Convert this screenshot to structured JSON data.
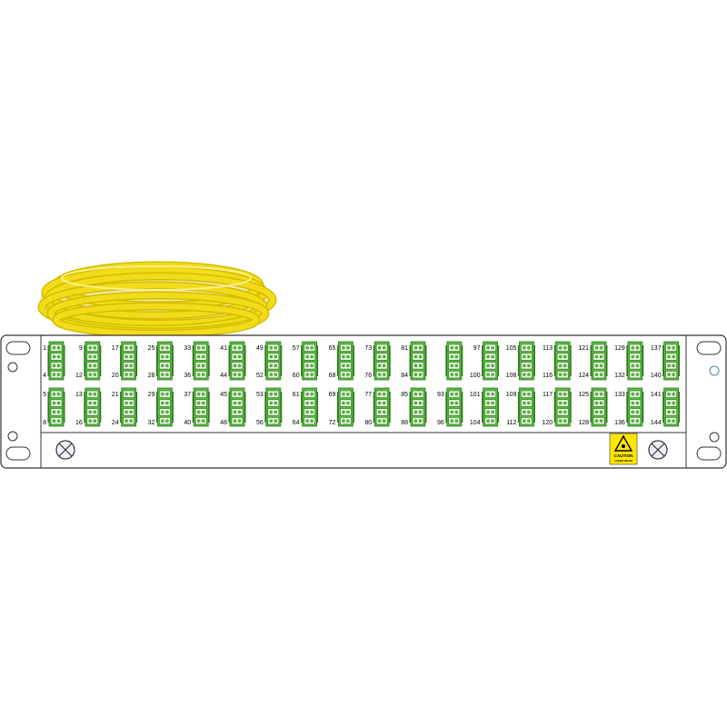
{
  "panel": {
    "ports_total": 144,
    "blocks": [
      {
        "top_labels": [
          "1",
          "4"
        ],
        "bottom_labels": [
          "5",
          "8"
        ]
      },
      {
        "top_labels": [
          "9",
          "12"
        ],
        "bottom_labels": [
          "13",
          "16"
        ]
      },
      {
        "top_labels": [
          "17",
          "20"
        ],
        "bottom_labels": [
          "21",
          "24"
        ]
      },
      {
        "top_labels": [
          "25",
          "28"
        ],
        "bottom_labels": [
          "29",
          "32"
        ]
      },
      {
        "top_labels": [
          "33",
          "36"
        ],
        "bottom_labels": [
          "37",
          "40"
        ]
      },
      {
        "top_labels": [
          "41",
          "44"
        ],
        "bottom_labels": [
          "45",
          "48"
        ]
      },
      {
        "top_labels": [
          "49",
          "52"
        ],
        "bottom_labels": [
          "53",
          "56"
        ]
      },
      {
        "top_labels": [
          "57",
          "60"
        ],
        "bottom_labels": [
          "61",
          "64"
        ]
      },
      {
        "top_labels": [
          "65",
          "68"
        ],
        "bottom_labels": [
          "69",
          "72"
        ]
      },
      {
        "top_labels": [
          "73",
          "76"
        ],
        "bottom_labels": [
          "77",
          "80"
        ]
      },
      {
        "top_labels": [
          "81",
          "84"
        ],
        "bottom_labels": [
          "85",
          "88"
        ]
      },
      {
        "top_labels": [
          "",
          ""
        ],
        "bottom_labels": [
          "93",
          "96"
        ]
      },
      {
        "top_labels": [
          "97",
          "100"
        ],
        "bottom_labels": [
          "101",
          "104"
        ]
      },
      {
        "top_labels": [
          "105",
          "108"
        ],
        "bottom_labels": [
          "109",
          "112"
        ]
      },
      {
        "top_labels": [
          "113",
          "116"
        ],
        "bottom_labels": [
          "117",
          "120"
        ]
      },
      {
        "top_labels": [
          "121",
          "124"
        ],
        "bottom_labels": [
          "125",
          "128"
        ]
      },
      {
        "top_labels": [
          "129",
          "132"
        ],
        "bottom_labels": [
          "133",
          "136"
        ]
      },
      {
        "top_labels": [
          "137",
          "140"
        ],
        "bottom_labels": [
          "141",
          "144"
        ]
      }
    ]
  },
  "caution_label": {
    "title": "CAUTION",
    "subtitle": "LASER BEAM",
    "icon": "laser-warning-icon"
  },
  "colors": {
    "cable": "#f2dc1a",
    "cable_dark": "#d4bd00",
    "adapter": "#5db845",
    "adapter_dark": "#2e7d1e",
    "caution_yellow": "#ffe600"
  },
  "icons": {
    "thumbscrew": "thumbscrew-x-icon",
    "cable": "yellow-fiber-cable-coil"
  }
}
